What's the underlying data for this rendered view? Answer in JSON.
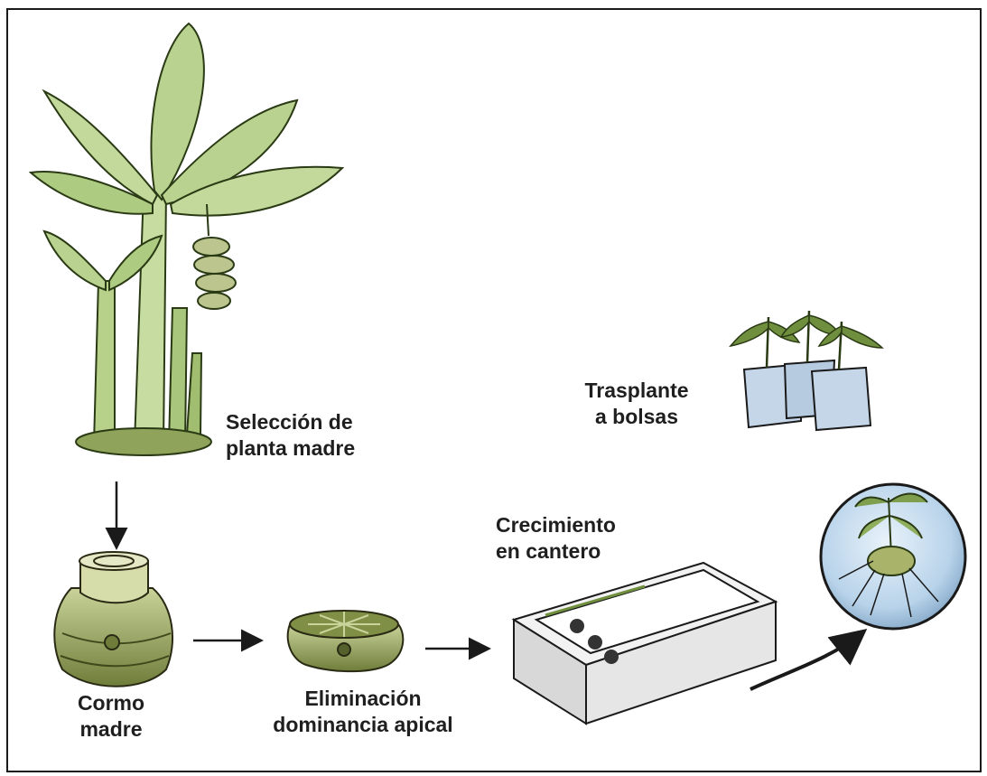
{
  "labels": {
    "seleccion": [
      "Selección de",
      "planta madre"
    ],
    "cormo": [
      "Cormo",
      "madre"
    ],
    "eliminacion": [
      "Eliminación",
      "dominancia apical"
    ],
    "crecimiento": [
      "Crecimiento",
      "en cantero"
    ],
    "trasplante": [
      "Trasplante",
      "a bolsas"
    ]
  },
  "colors": {
    "leaf": "#b9d28f",
    "leaf_dark": "#6f8f3e",
    "corm": "#98a85a",
    "corm_dark": "#55612c",
    "bag": "#b7cbe0",
    "sphere": "#b8d3ea",
    "tray": "#e6e6e6",
    "outline": "#1a1a1a"
  }
}
